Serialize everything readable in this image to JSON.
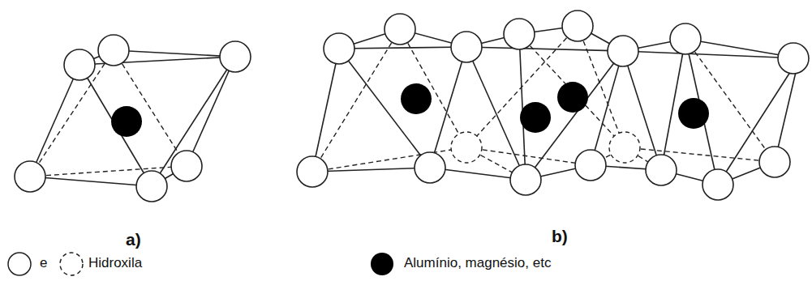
{
  "diagram": {
    "labels": [
      "a)",
      "b)",
      "e"
    ],
    "legend": [
      {
        "text": "Hidroxila"
      },
      {
        "text": "Alumínio, magnésio, etc",
        "color": "#000000"
      }
    ]
  }
}
